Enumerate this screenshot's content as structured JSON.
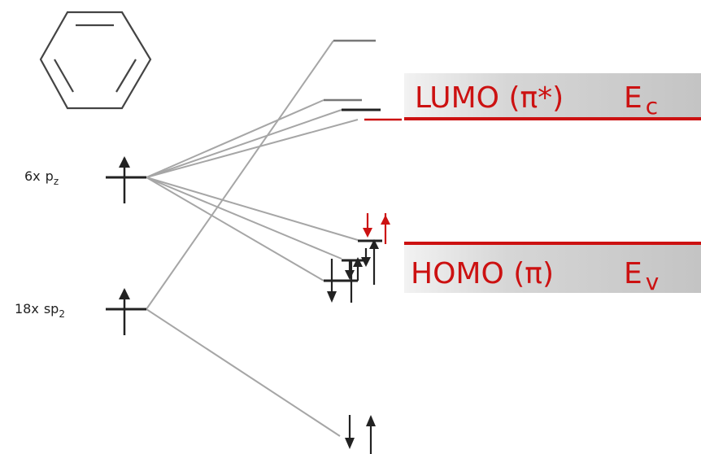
{
  "orbitals": {
    "pz": {
      "count": "6x",
      "symbol": "p",
      "subscript": "z"
    },
    "sp2": {
      "count": "18x",
      "symbol": "sp",
      "subscript": "2"
    }
  },
  "bands": {
    "lumo": {
      "label": "LUMO (π*)",
      "symbol": "E",
      "subscript": "c"
    },
    "homo": {
      "label": "HOMO (π)",
      "symbol": "E",
      "subscript": "v"
    }
  },
  "colors": {
    "accent": "#cc1111",
    "band_fill": "#cfcfcf",
    "line": "#9a9a9a",
    "level": "#222222"
  }
}
